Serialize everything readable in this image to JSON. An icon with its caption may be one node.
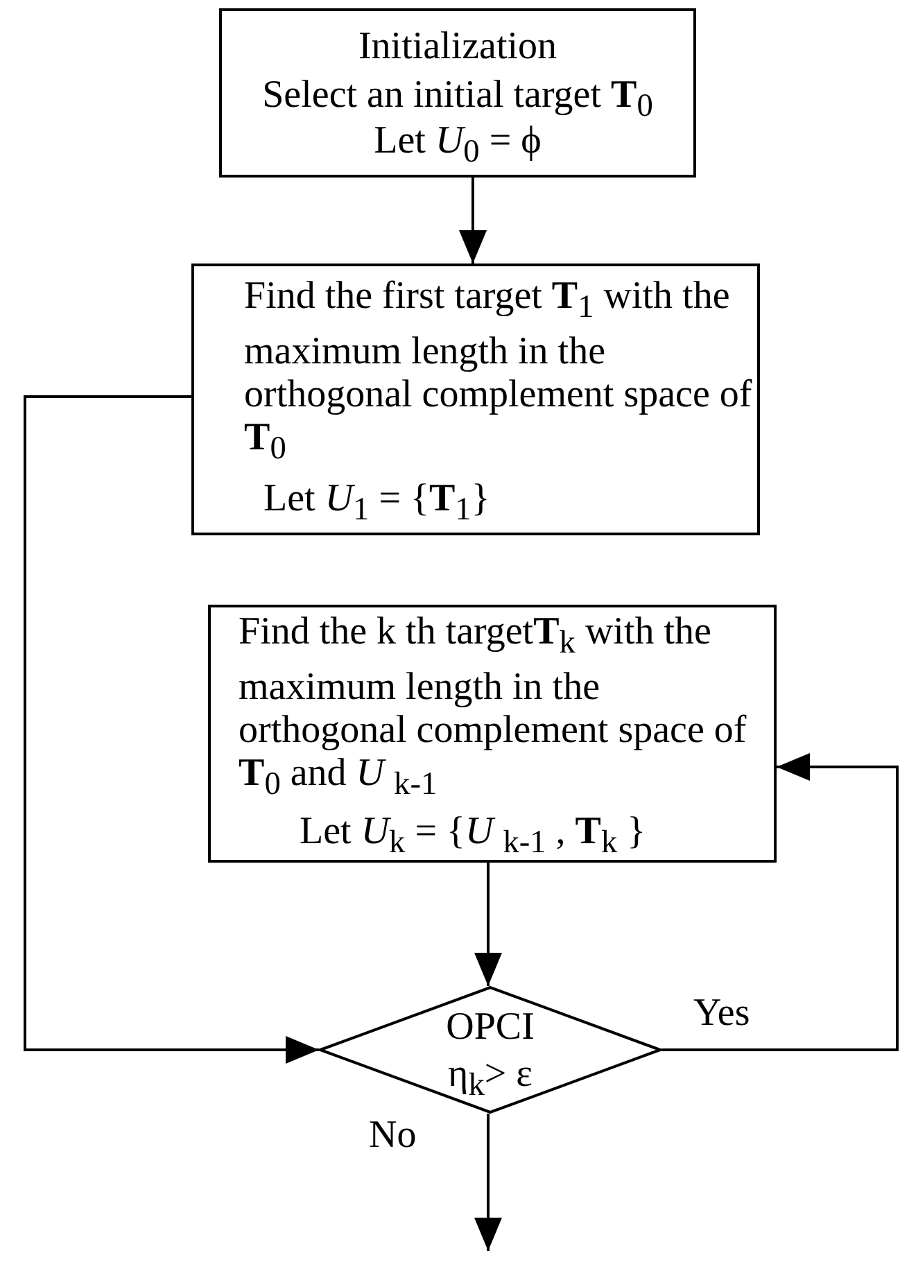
{
  "diagram": {
    "nodes": [
      {
        "text": [
          "Initialization",
          "Select an initial target **T**$_{0}$",
          "Let *U*$_{0}$ = ϕ"
        ]
      },
      {
        "text": [
          "Find the first target **T**$_{1}$ with the maximum length in the orthogonal complement space of **T**$_{0}$",
          "Let *U*$_{1}$ = {**T**$_{1}$}"
        ]
      },
      {
        "text": [
          "Find the k th target**T**$_{k}$ with the maximum length in the orthogonal complement space of **T**$_{0}$ and *U* $_{k-1}$",
          "Let *U*$_{k}$ = {*U* $_{k-1}$ , **T**$_{k}$ }"
        ]
      },
      {
        "text": [
          "OPCI",
          "η$_{k}$> ε"
        ]
      }
    ],
    "edges": [
      {
        "from": 0,
        "to": 1,
        "arrow": "to"
      },
      {
        "from": 1,
        "to": 3,
        "arrow": "to"
      },
      {
        "from": 2,
        "to": 3,
        "arrow": "to"
      },
      {
        "from": 3,
        "to": 2,
        "arrow": "to",
        "label": "Yes"
      },
      {
        "from": 3,
        "to": null,
        "arrow": "to",
        "label": "No"
      }
    ]
  }
}
